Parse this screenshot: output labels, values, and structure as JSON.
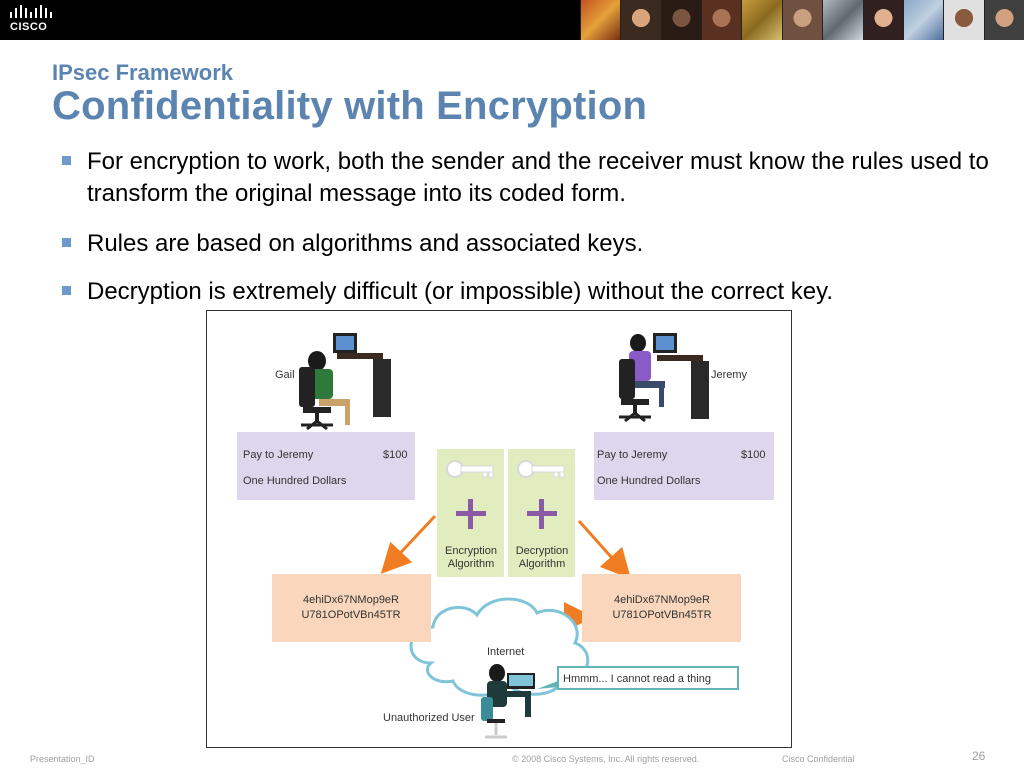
{
  "header": {
    "logo_text": "CISCO"
  },
  "slide": {
    "subtitle": "IPsec Framework",
    "title": "Confidentiality with Encryption",
    "bullets": [
      "For encryption to work, both the sender and the receiver must know the rules used to transform the original message into its coded form.",
      "Rules are based on algorithms and associated keys.",
      "Decryption is extremely difficult (or impossible) without the correct key."
    ]
  },
  "diagram": {
    "sender_name": "Gail",
    "receiver_name": "Jeremy",
    "message_line1_left": "Pay to Jeremy",
    "message_amount": "$100",
    "message_line2": "One Hundred Dollars",
    "encryption_label_line1": "Encryption",
    "encryption_label_line2": "Algorithm",
    "decryption_label_line1": "Decryption",
    "decryption_label_line2": "Algorithm",
    "cipher_line1": "4ehiDx67NMop9eR",
    "cipher_line2": "U781OPotVBn45TR",
    "internet_label": "Internet",
    "speech_bubble": "Hmmm... I cannot read a thing",
    "unauthorized_label": "Unauthorized User"
  },
  "footer": {
    "presentation_id": "Presentation_ID",
    "copyright": "© 2008 Cisco Systems, Inc. All rights reserved.",
    "confidential": "Cisco Confidential",
    "page_number": "26"
  },
  "colors": {
    "title_blue": "#5b84b1",
    "bullet_square": "#6f9bcc",
    "message_box": "#ddd6ec",
    "cipher_box": "#f9d6bc",
    "algorithm_box": "#e1edbf",
    "arrow_orange": "#f07d22",
    "plus_purple": "#8a5aa6",
    "bubble_teal": "#62b5b6"
  }
}
